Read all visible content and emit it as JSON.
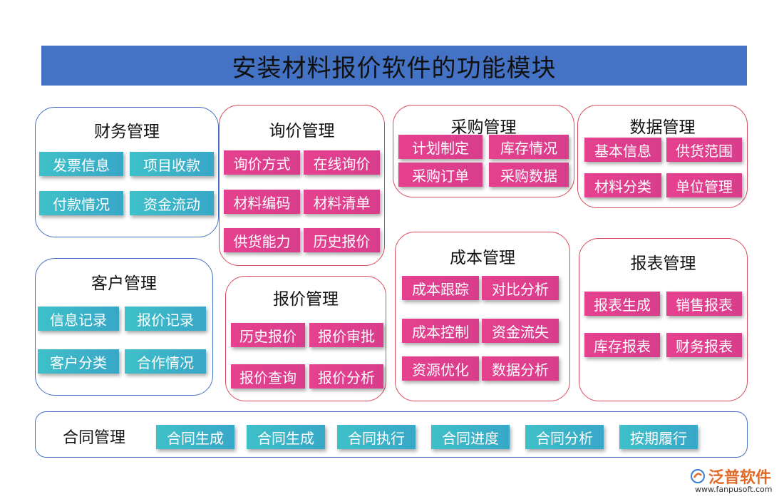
{
  "title": "安装材料报价软件的功能模块",
  "finance": {
    "title": "财务管理",
    "items": [
      "发票信息",
      "项目收款",
      "付款情况",
      "资金流动"
    ]
  },
  "inquiry": {
    "title": "询价管理",
    "items": [
      "询价方式",
      "在线询价",
      "材料编码",
      "材料清单",
      "供货能力",
      "历史报价"
    ]
  },
  "purchase": {
    "title": "采购管理",
    "items": [
      "计划制定",
      "库存情况",
      "采购订单",
      "采购数据"
    ]
  },
  "data_mgmt": {
    "title": "数据管理",
    "items": [
      "基本信息",
      "供货范围",
      "材料分类",
      "单位管理"
    ]
  },
  "customer": {
    "title": "客户管理",
    "items": [
      "信息记录",
      "报价记录",
      "客户分类",
      "合作情况"
    ]
  },
  "quote": {
    "title": "报价管理",
    "items": [
      "历史报价",
      "报价审批",
      "报价查询",
      "报价分析"
    ]
  },
  "cost": {
    "title": "成本管理",
    "items": [
      "成本跟踪",
      "对比分析",
      "成本控制",
      "资金流失",
      "资源优化",
      "数据分析"
    ]
  },
  "report": {
    "title": "报表管理",
    "items": [
      "报表生成",
      "销售报表",
      "库存报表",
      "财务报表"
    ]
  },
  "contract": {
    "title": "合同管理",
    "items": [
      "合同生成",
      "合同生成",
      "合同执行",
      "合同进度",
      "合同分析",
      "按期履行"
    ]
  },
  "logo": {
    "name": "泛普软件",
    "url": "www.fanpusoft.com"
  },
  "colors": {
    "title_bar": "#4472c4",
    "teal_button": "#3fc0c8",
    "pink_button": "#e6418f",
    "blue_border": "#4472c4",
    "red_border": "#d9495a"
  }
}
